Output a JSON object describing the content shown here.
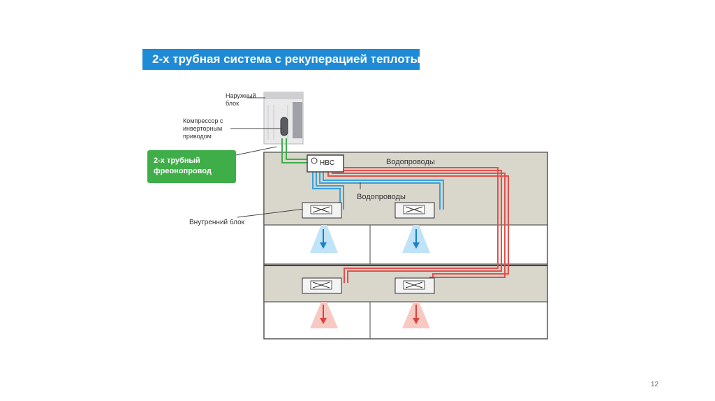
{
  "title": "2-х трубная система с рекуперацией теплоты",
  "labels": {
    "outdoor_unit": [
      "Наружный",
      "блок"
    ],
    "compressor": [
      "Компрессор с",
      "инверторным",
      "приводом"
    ],
    "pipe_box": [
      "2-х трубный",
      "фреонопровод"
    ],
    "hbc": "HBC",
    "water_pipes_top": "Водопроводы",
    "water_pipes_mid": "Водопроводы",
    "indoor_unit": "Внутренний блок"
  },
  "colors": {
    "title_bg": "#1f8ad6",
    "green": "#3fae49",
    "cold_pipe": "#3aa0dc",
    "hot_pipe": "#e2504c",
    "floor": "#d9d6cc"
  },
  "page_number": "12"
}
